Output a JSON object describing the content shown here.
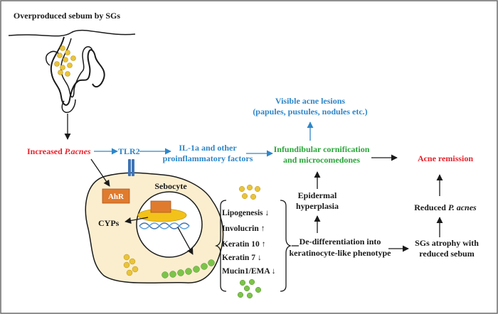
{
  "labels": {
    "overproduced": "Overproduced sebum by SGs",
    "increased_prefix": "Increased ",
    "increased_pacnes": "P.acnes",
    "tlr2": "TLR2",
    "il1_line1": "IL-1a and other",
    "il1_line2": "proinflammatory factors",
    "infundibular_line1": "Infundibular cornification",
    "infundibular_line2": "and microcomedones",
    "visible_line1": "Visible acne lesions",
    "visible_line2": "(papules, pustules, nodules etc.)",
    "acne_remission": "Acne remission",
    "ahr": "AhR",
    "sebocyte": "Sebocyte",
    "cyps": "CYPs",
    "lipogenesis": "Lipogenesis",
    "involucrin": "Involucrin",
    "keratin10": "Keratin 10",
    "keratin7": "Keratin 7",
    "mucin": "Mucin1/EMA",
    "epidermal_line1": "Epidermal",
    "epidermal_line2": "hyperplasia",
    "dedifferentiation_line1": "De-differentiation into",
    "dedifferentiation_line2": "keratinocyte-like phenotype",
    "sgs_atrophy_line1": "SGs atrophy with",
    "sgs_atrophy_line2": "reduced sebum",
    "reduced_prefix": "Reduced ",
    "reduced_pacnes": "P. acnes",
    "arrow_down": "↓",
    "arrow_up": "↑"
  },
  "colors": {
    "red": "#e8202a",
    "blue": "#2e86c8",
    "green": "#2aa63a",
    "black": "#1a1a1a",
    "cell_fill": "#fbeecf",
    "ahr_fill": "#e07b2e",
    "nucleus_fill": "#f3c21a",
    "bacteria_yellow": "#e9c43b",
    "bacteria_green": "#7cc34a",
    "receptor_blue": "#3f74b5"
  }
}
